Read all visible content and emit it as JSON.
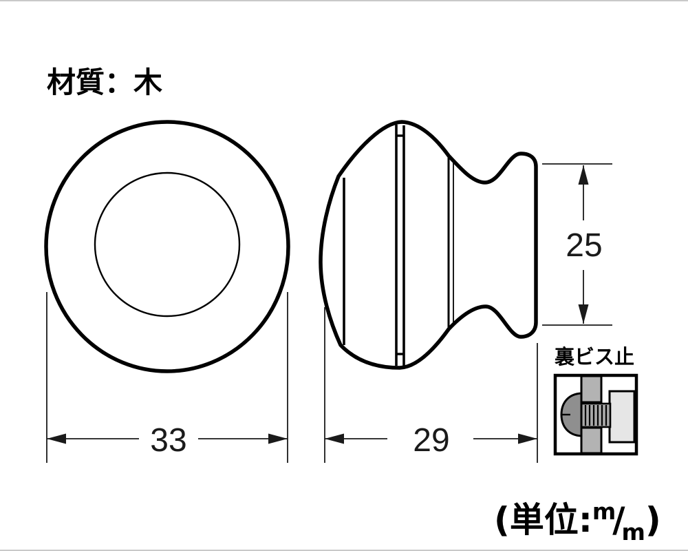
{
  "page": {
    "background": "#ffffff"
  },
  "drawing": {
    "material_label": "材質：木",
    "detail_label": "裏ビス止",
    "unit": {
      "open": "(単位:",
      "m_top": "m",
      "slash": "∕",
      "m_bottom": "m",
      "close": ")"
    },
    "dimensions": {
      "front_diameter_mm": "33",
      "side_width_mm": "29",
      "back_height_mm": "25"
    },
    "colors": {
      "line": "#000000",
      "thin_line": "#1a1a1a",
      "panel_gray": "#b3b3b3",
      "screw_head_gray": "#8f8f8f",
      "screw_thread_gray": "#a8a8a8",
      "knob_back_gray": "#e6e6e6",
      "edge_border_gray": "#c9c9c9"
    }
  }
}
